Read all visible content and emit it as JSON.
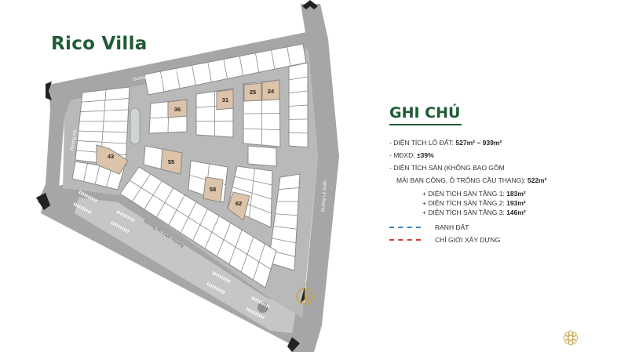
{
  "title": "Rico Villa",
  "streets": {
    "top": "Đường Nguyễn Bỉnh Khiêm",
    "left": "Đường N3",
    "right": "Đường Lê Duẩn",
    "bottom": "Đường Hồ Xuân Hương"
  },
  "highlighted_lots": [
    "36",
    "31",
    "25",
    "24",
    "43",
    "55",
    "58",
    "62"
  ],
  "compass_label": "N",
  "legend": {
    "heading": "GHI CHÚ",
    "land_area_label": "- DIỆN TÍCH LÔ ĐẤT: ",
    "land_area_value": "527m² ~ 939m²",
    "density_label": "- MĐXD: ",
    "density_value": "±39%",
    "floor_area_label_1": "- DIỆN TÍCH SÀN (KHÔNG BAO GỒM",
    "floor_area_label_2": "MÁI BAN CÔNG, Ô TRỐNG CẦU THANG): ",
    "floor_area_value": "522m²",
    "floors": [
      {
        "label": "+ DIỆN TÍCH SÀN TẦNG 1: ",
        "value": "183m²"
      },
      {
        "label": "+ DIỆN TÍCH SÀN TẦNG 2: ",
        "value": "193m²"
      },
      {
        "label": "+ DIỆN TÍCH SÀN TẦNG 3: ",
        "value": "146m²"
      }
    ],
    "lines": [
      {
        "label": "RANH ĐẤT",
        "color": "#3a86c8"
      },
      {
        "label": "CHỈ GIỚI XÂY DỰNG",
        "color": "#d23a3a"
      }
    ]
  },
  "colors": {
    "brand": "#1f5c35",
    "lot_highlight": "#dcc3a9",
    "gold": "#c9a548"
  }
}
